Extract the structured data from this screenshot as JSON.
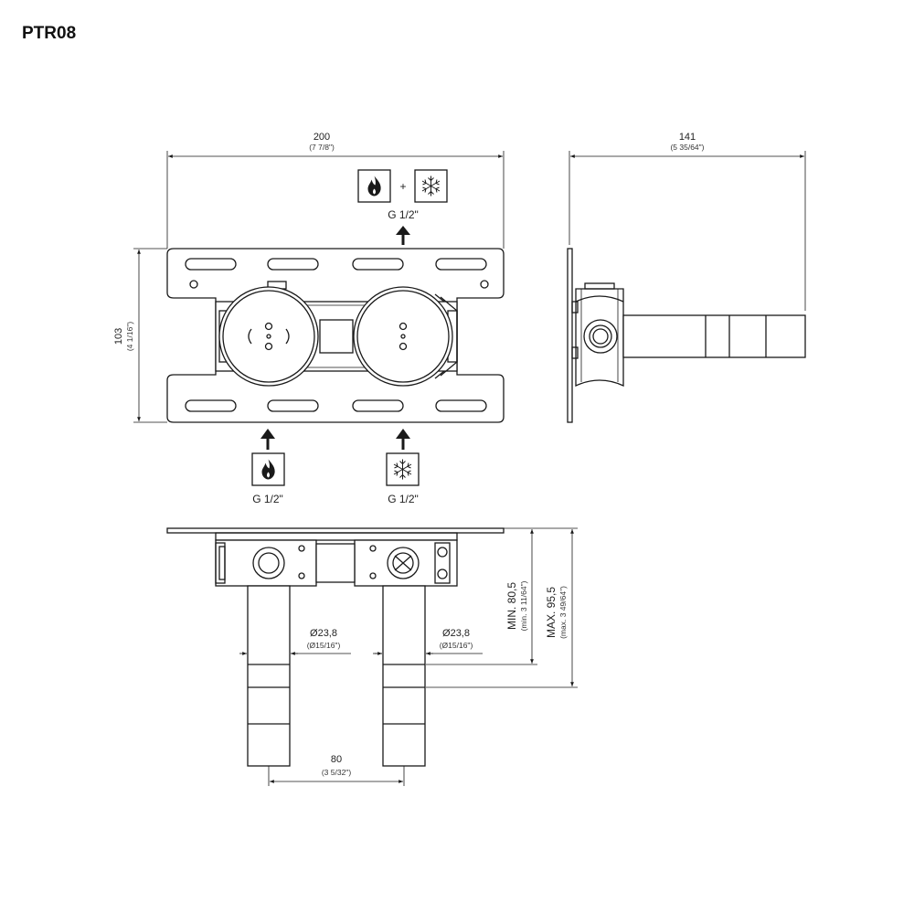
{
  "title": "PTR08",
  "front_view": {
    "width_dim": {
      "value": "200",
      "imperial": "(7 7/8\")"
    },
    "height_dim": {
      "value": "103",
      "imperial": "(4 1/16\")"
    },
    "top_outlet": {
      "plus": "+",
      "label": "G 1/2\"",
      "icons": [
        "flame-icon",
        "snowflake-icon"
      ]
    },
    "hot_inlet": {
      "label": "G 1/2\"",
      "icon": "flame-icon"
    },
    "cold_inlet": {
      "label": "G 1/2\"",
      "icon": "snowflake-icon"
    }
  },
  "side_view": {
    "depth_dim": {
      "value": "141",
      "imperial": "(5 35/64\")"
    }
  },
  "bottom_view": {
    "pipe_left_dim": {
      "value": "Ø23,8",
      "imperial": "(Ø15/16\")"
    },
    "pipe_right_dim": {
      "value": "Ø23,8",
      "imperial": "(Ø15/16\")"
    },
    "spacing_dim": {
      "value": "80",
      "imperial": "(3 5/32\")"
    },
    "min_dim": {
      "value": "MIN. 80,5",
      "imperial": "(min. 3 11/64\")"
    },
    "max_dim": {
      "value": "MAX. 95,5",
      "imperial": "(max. 3 49/64\")"
    }
  },
  "colors": {
    "line": "#1a1a1a",
    "background": "#ffffff"
  }
}
